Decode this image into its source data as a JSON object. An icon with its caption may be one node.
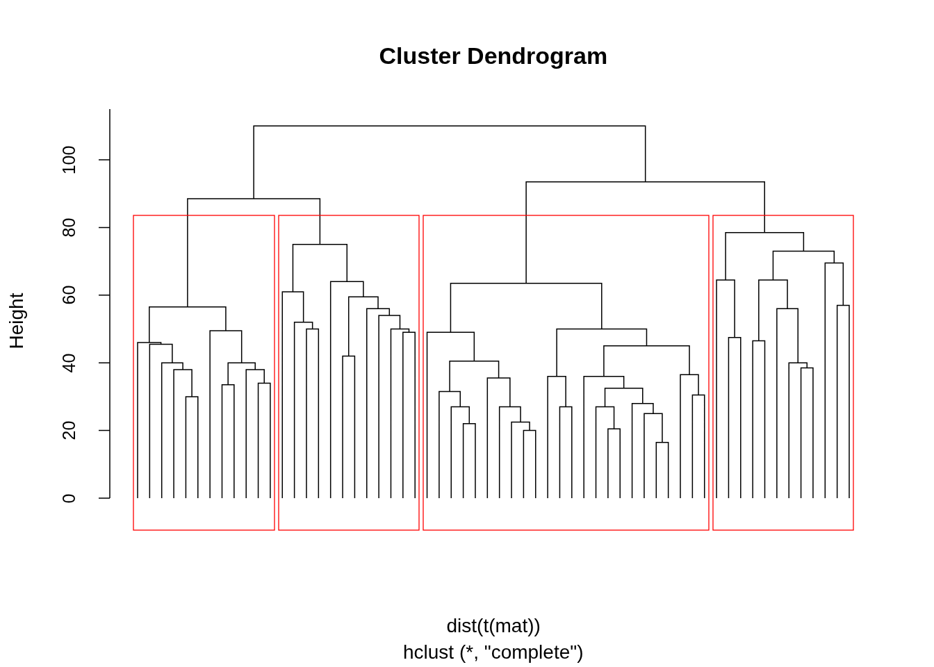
{
  "diagram": {
    "title": "Cluster Dendrogram",
    "labels": [
      "100",
      "80",
      "60",
      "40",
      "20",
      "0",
      "Height",
      "dist(t(mat))",
      "hclust (*, \"complete\")"
    ]
  }
}
